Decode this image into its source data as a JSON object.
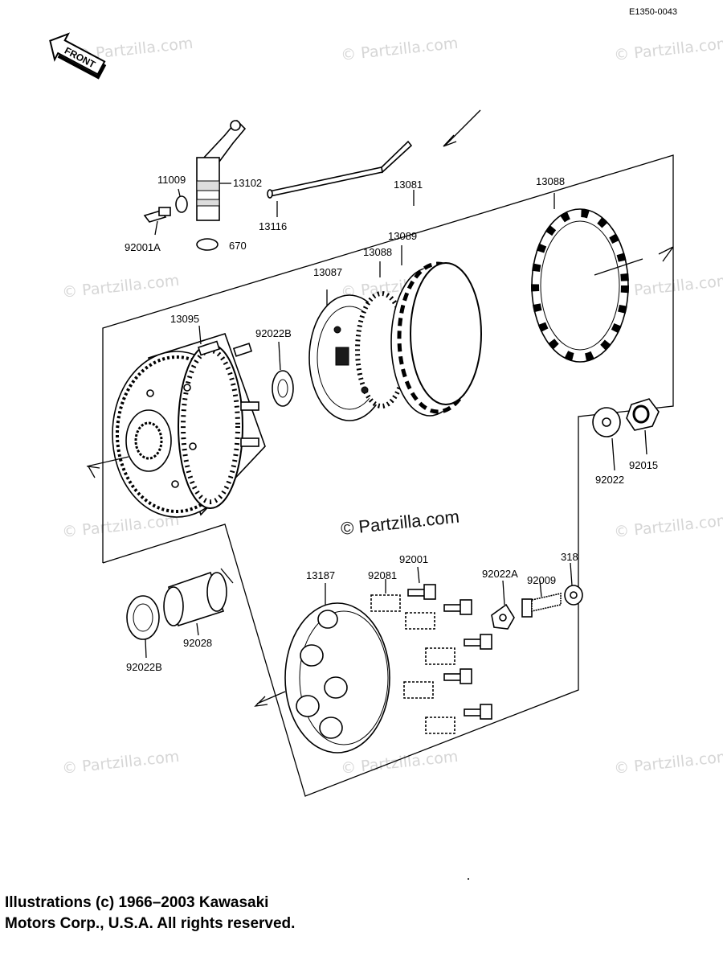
{
  "diagram_code": "E1350-0043",
  "front_label": "FRONT",
  "watermark_text": "© Partzilla.com",
  "center_watermark": "© Partzilla.com",
  "parts": [
    {
      "id": "p11009",
      "label": "11009"
    },
    {
      "id": "p13102",
      "label": "13102"
    },
    {
      "id": "p13116",
      "label": "13116"
    },
    {
      "id": "p92001A",
      "label": "92001A"
    },
    {
      "id": "p670",
      "label": "670"
    },
    {
      "id": "p13081",
      "label": "13081"
    },
    {
      "id": "p13088a",
      "label": "13088"
    },
    {
      "id": "p13089",
      "label": "13089"
    },
    {
      "id": "p13088b",
      "label": "13088"
    },
    {
      "id": "p13087",
      "label": "13087"
    },
    {
      "id": "p13095",
      "label": "13095"
    },
    {
      "id": "p92022B_a",
      "label": "92022B"
    },
    {
      "id": "p92022",
      "label": "92022"
    },
    {
      "id": "p92015",
      "label": "92015"
    },
    {
      "id": "p13187",
      "label": "13187"
    },
    {
      "id": "p92081",
      "label": "92081"
    },
    {
      "id": "p92001",
      "label": "92001"
    },
    {
      "id": "p92022A",
      "label": "92022A"
    },
    {
      "id": "p92009",
      "label": "92009"
    },
    {
      "id": "p318",
      "label": "318"
    },
    {
      "id": "p92028",
      "label": "92028"
    },
    {
      "id": "p92022B_b",
      "label": "92022B"
    }
  ],
  "copyright": {
    "line1": "Illustrations (c) 1966–2003 Kawasaki",
    "line2": "Motors Corp., U.S.A.  All rights reserved."
  }
}
